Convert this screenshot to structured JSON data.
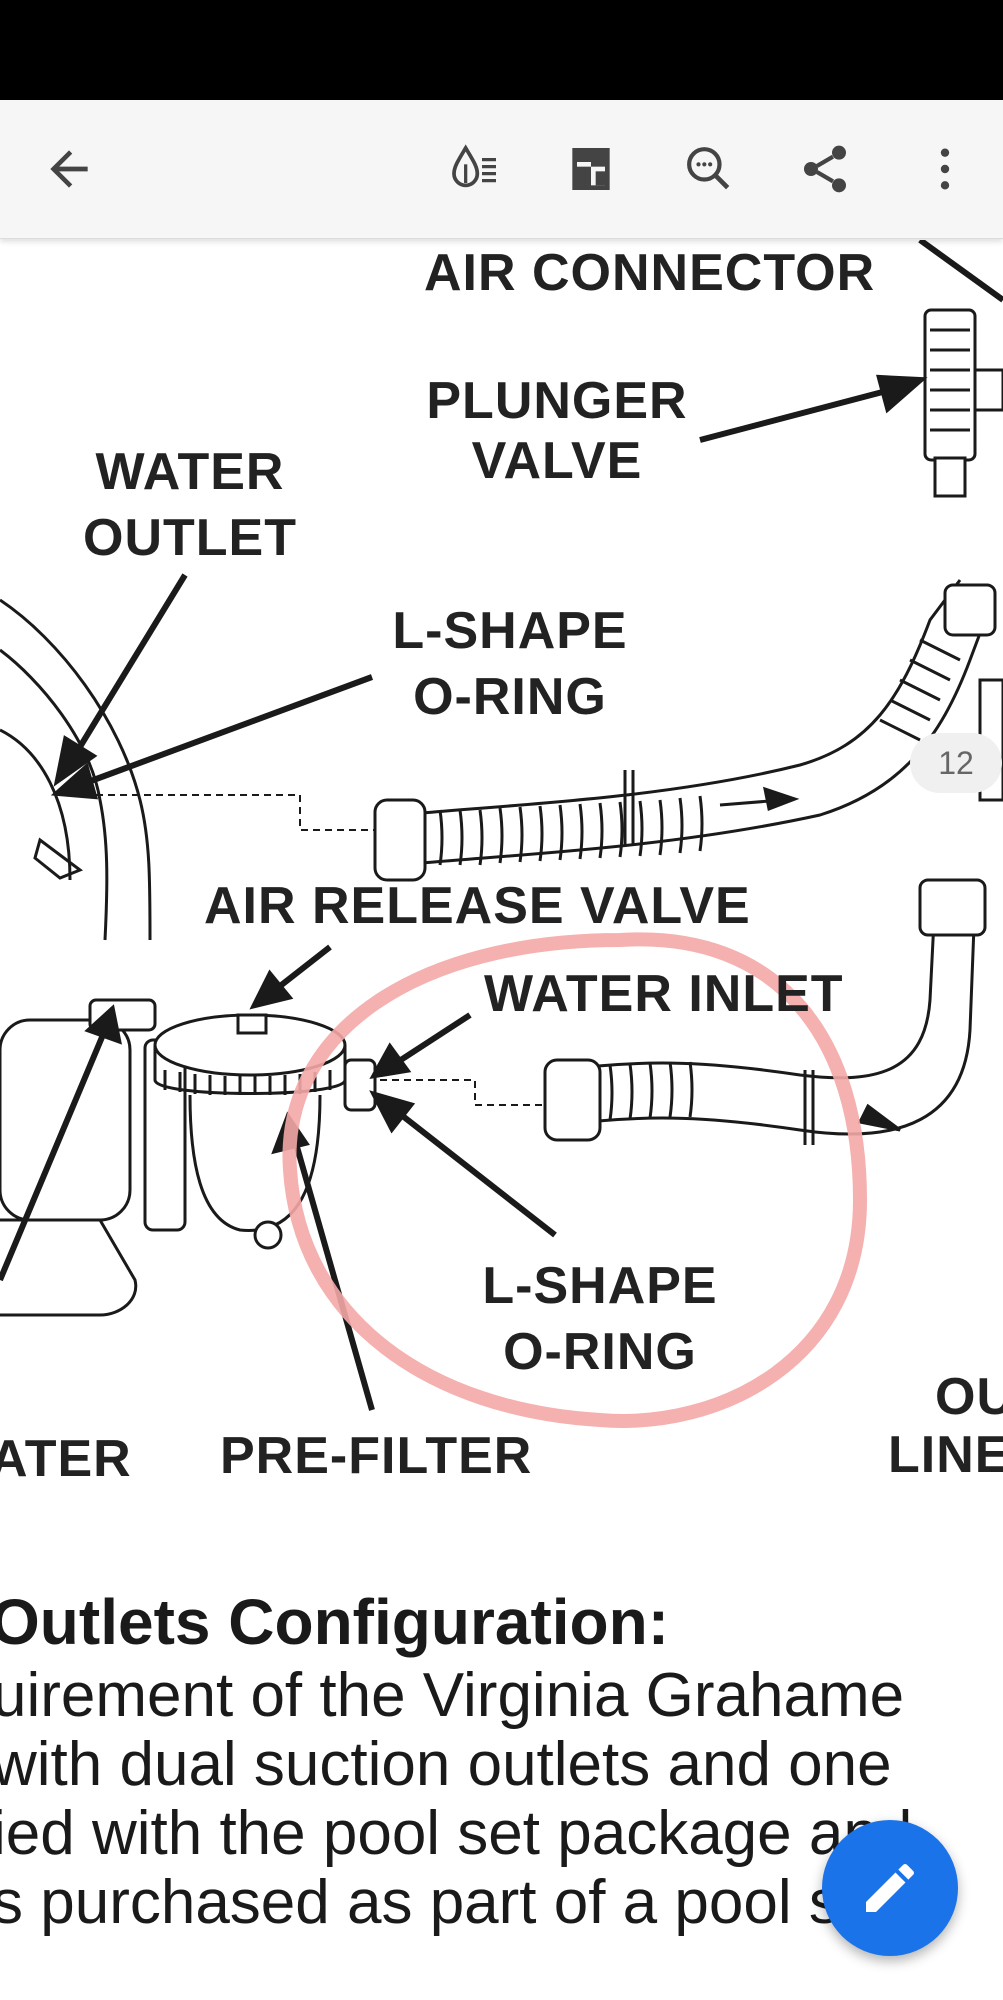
{
  "toolbar": {
    "back_icon": "arrow-left-icon",
    "icons": [
      "water-drop-list-icon",
      "document-view-icon",
      "search-icon",
      "share-icon",
      "more-vert-icon"
    ]
  },
  "diagram": {
    "labels": {
      "air_connector": "AIR CONNECTOR",
      "plunger_valve_1": "PLUNGER",
      "plunger_valve_2": "VALVE",
      "water_outlet_1": "WATER",
      "water_outlet_2": "OUTLET",
      "lshape_top_1": "L-SHAPE",
      "lshape_top_2": "O-RING",
      "air_release_valve": "AIR RELEASE VALVE",
      "water_inlet": "WATER INLET",
      "lshape_bottom_1": "L-SHAPE",
      "lshape_bottom_2": "O-RING",
      "pre_filter": "PRE-FILTER",
      "water_partial": "ATER",
      "outlet_partial_1": "OU",
      "outlet_partial_2": "LINE"
    },
    "annotation_color": "#f4a7a7"
  },
  "page_badge": "12",
  "section": {
    "title": "Outlets Configuration:",
    "lines": [
      "uirement of the Virginia Grahame",
      " with dual suction outlets and one",
      "ied with the pool set package and",
      "s purchased as part of a pool set,"
    ]
  },
  "fab": {
    "icon": "pencil-edit-icon",
    "color": "#1a73e8"
  }
}
